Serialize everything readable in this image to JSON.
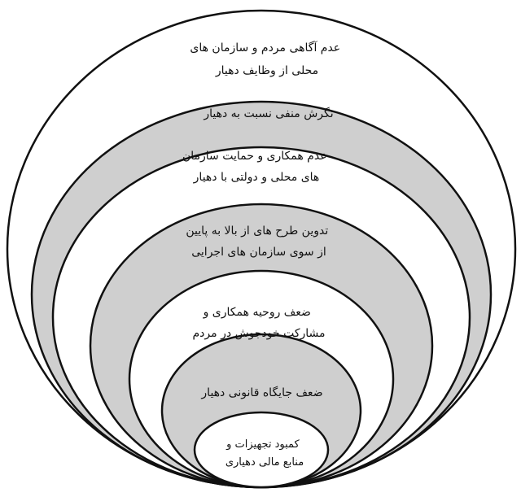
{
  "levels": [
    {
      "text_lines": [
        "عدم آگاهی مردم و سازمان های",
        "محلی از وظایف دهیار"
      ],
      "fill": "#ffffff"
    },
    {
      "text_lines": [
        "نگرش منفی نسبت به دهیار"
      ],
      "fill": "#cfcfcf"
    },
    {
      "text_lines": [
        "عدم همکاری و حمایت سازمان",
        "های محلی و دولتی با دهیار"
      ],
      "fill": "#ffffff"
    },
    {
      "text_lines": [
        "تدوین طرح های از بالا به پایین",
        "از سوی سازمان های اجرایی"
      ],
      "fill": "#cfcfcf"
    },
    {
      "text_lines": [
        "ضعف روحیه همکاری و",
        "مشارکت خودجوش در مردم"
      ],
      "fill": "#ffffff"
    },
    {
      "text_lines": [
        "ضعف جایگاه قانونی دهیار"
      ],
      "fill": "#cfcfcf"
    },
    {
      "text_lines": [
        "کمبود تجهیزات و",
        "منابع مالی دهیاری"
      ],
      "fill": "#ffffff"
    }
  ],
  "colors": {
    "stroke": "#111111",
    "watermark": "#e6e6e6"
  }
}
